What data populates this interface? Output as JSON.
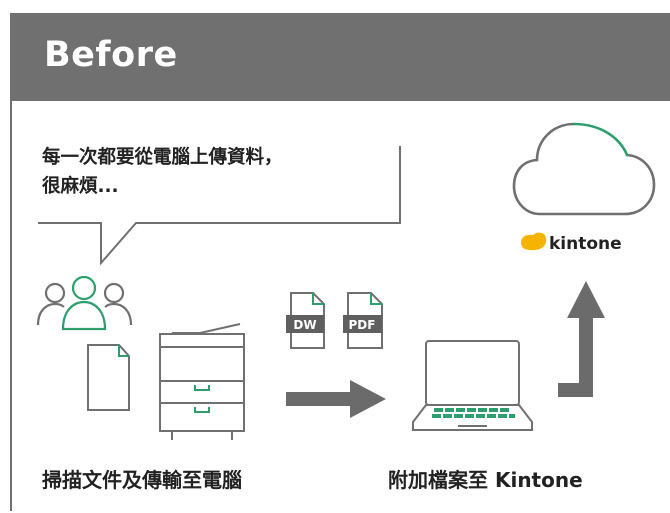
{
  "header": {
    "title": "Before"
  },
  "speech": {
    "line1": "每一次都要從電腦上傳資料，",
    "line2": "很麻煩..."
  },
  "file_badges": [
    "DW",
    "PDF"
  ],
  "logo": {
    "text": "kintone"
  },
  "captions": {
    "left": "掃描文件及傳輸至電腦",
    "right": "附加檔案至 Kintone"
  },
  "colors": {
    "header": "#707070",
    "accent": "#2e9e6e",
    "stroke": "#707070",
    "logo": "#f5b400",
    "arrow": "#6b6b6b"
  }
}
